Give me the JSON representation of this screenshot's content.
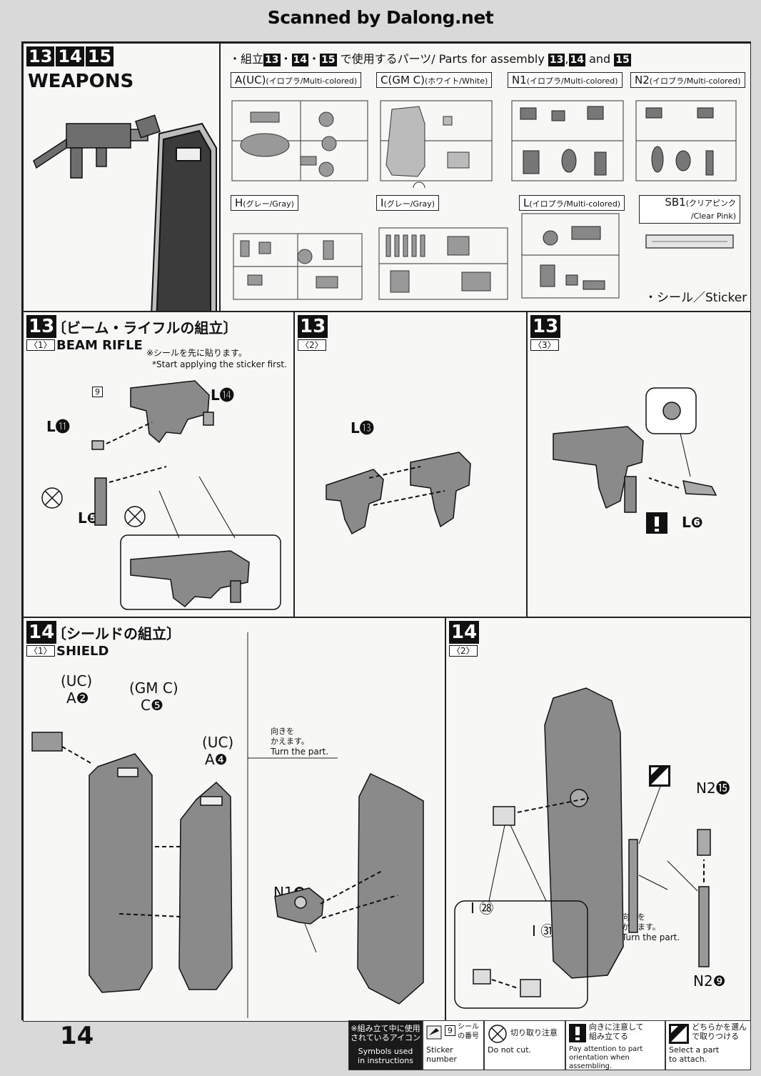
{
  "scanned_by": "Scanned by Dalong.net",
  "header": {
    "steps": [
      "13",
      "14",
      "15"
    ],
    "weapons_label": "WEAPONS",
    "parts_prefix": "・組立",
    "parts_middle": "で使用するパーツ/ Parts for assembly",
    "parts_and": "and",
    "sep_dot": "・",
    "sep_comma": ","
  },
  "runners": [
    {
      "code": "A(UC)",
      "sub": "(イロプラ/Multi-colored)"
    },
    {
      "code": "C(GM C)",
      "sub": "(ホワイト/White)"
    },
    {
      "code": "N1",
      "sub": "(イロプラ/Multi-colored)"
    },
    {
      "code": "N2",
      "sub": "(イロプラ/Multi-colored)"
    },
    {
      "code": "H",
      "sub": "(グレー/Gray)"
    },
    {
      "code": "I",
      "sub": "(グレー/Gray)"
    },
    {
      "code": "L",
      "sub": "(イロプラ/Multi-colored)"
    },
    {
      "code": "SB1",
      "sub": "(クリアピンク /Clear Pink)"
    }
  ],
  "sticker_label": "・シール／Sticker",
  "step13_1": {
    "num": "13",
    "sub": "〈1〉",
    "title_jp": "〔ビーム・ライフルの組立〕",
    "title_en": "BEAM RIFLE",
    "note_jp": "※シールを先に貼ります。",
    "note_en": "*Start applying the sticker first.",
    "parts": {
      "l14": "L⓮",
      "l11": "L⓫",
      "l5": "L❺",
      "sticker": "9"
    }
  },
  "step13_2": {
    "num": "13",
    "sub": "〈2〉",
    "parts": {
      "l13": "L⓭"
    }
  },
  "step13_3": {
    "num": "13",
    "sub": "〈3〉",
    "parts": {
      "l6": "L❻"
    }
  },
  "step14_1": {
    "num": "14",
    "sub": "〈1〉",
    "title_jp": "〔シールドの組立〕",
    "title_en": "SHIELD",
    "parts": {
      "uc1": "(UC)",
      "a2": "A❷",
      "gmc": "(GM C)",
      "c5": "C❺",
      "uc2": "(UC)",
      "a4": "A❹",
      "n15": "N1❺"
    },
    "turn_jp": "向きを\nかえます。",
    "turn_en": "Turn the part."
  },
  "step14_2": {
    "num": "14",
    "sub": "〈2〉",
    "parts": {
      "n215": "N2⓯",
      "n29": "N2❾",
      "i28": "I ㉘",
      "i31": "I ㉛"
    },
    "turn_jp": "向きを\nかえます。",
    "turn_en": "Turn the part."
  },
  "footer": {
    "symbols_jp": "※組み立て中に使用\nされているアイコン",
    "symbols_en": "Symbols used\nin instructions",
    "sticker_num_jp": "シール\nの番号",
    "sticker_num_en": "Sticker number",
    "sticker_sample": "9",
    "nocut_jp": "切り取り注意",
    "nocut_en": "Do not cut.",
    "attention_jp": "向きに注意して\n組み立てる",
    "attention_en": "Pay attention to part\norientation when assembling.",
    "select_jp": "どちらかを選ん\nで取りつける",
    "select_en": "Select a part\nto attach."
  },
  "page_number": "14"
}
